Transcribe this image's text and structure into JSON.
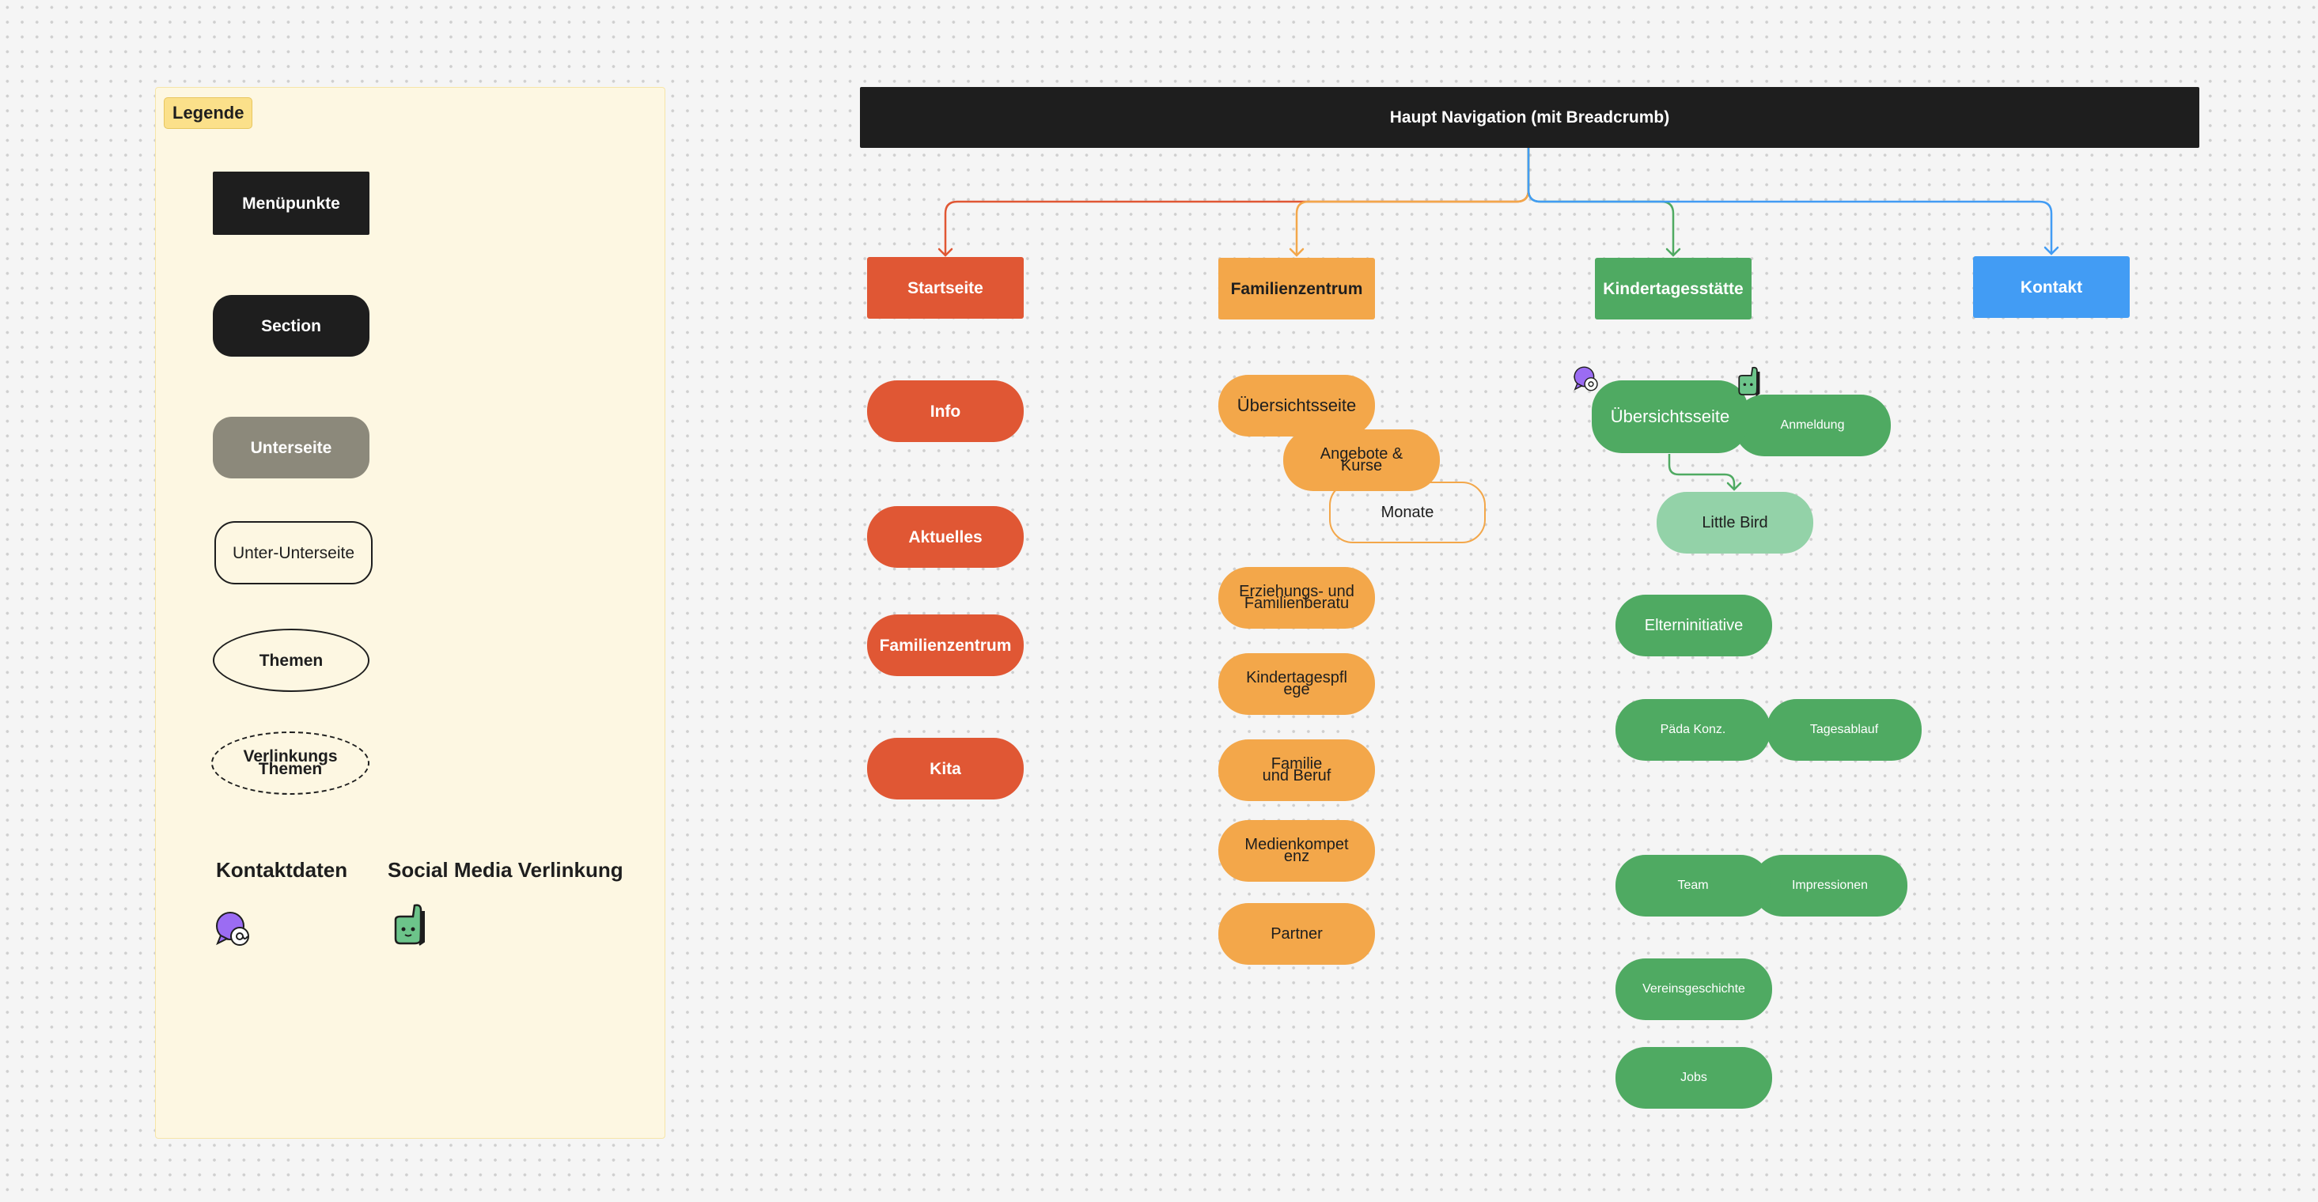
{
  "legend": {
    "title": "Legende",
    "items": {
      "menu": "Menüpunkte",
      "section": "Section",
      "subpage": "Unterseite",
      "subsubpage": "Unter-Unterseite",
      "topics": "Themen",
      "linked_topics": "Verlinkungs Themen"
    },
    "contact_label": "Kontaktdaten",
    "social_label": "Social Media Verlinkung"
  },
  "header": {
    "title": "Haupt Navigation (mit Breadcrumb)"
  },
  "menu": {
    "startseite": "Startseite",
    "familienzentrum": "Familienzentrum",
    "kita": "Kindertagesstätte",
    "kontakt": "Kontakt"
  },
  "start_sections": [
    "Info",
    "Aktuelles",
    "Familienzentrum",
    "Kita"
  ],
  "familien": {
    "uebersicht": "Übersichtsseite",
    "angebote": "Angebote & Kurse",
    "monate": "Monate",
    "items": [
      "Erziehungs- und Familienberatu",
      "Kindertagespfl ege",
      "Familie und Beruf",
      "Medienkompet enz",
      "Partner"
    ]
  },
  "kita_nodes": {
    "uebersicht": "Übersichtsseite",
    "anmeldung": "Anmeldung",
    "little_bird": "Little Bird",
    "elterninitiative": "Elterninitiative",
    "paeda": "Päda Konz.",
    "tagesablauf": "Tagesablauf",
    "team": "Team",
    "impressionen": "Impressionen",
    "vereinsgeschichte": "Vereinsgeschichte",
    "jobs": "Jobs"
  },
  "colors": {
    "startseite": "#e05734",
    "familienzentrum": "#f3a74a",
    "kita": "#4faa62",
    "kontakt": "#429cf4",
    "header": "#1e1e1e"
  },
  "icons": {
    "contact": "contact-bubble-icon",
    "social": "social-thumb-icon"
  }
}
